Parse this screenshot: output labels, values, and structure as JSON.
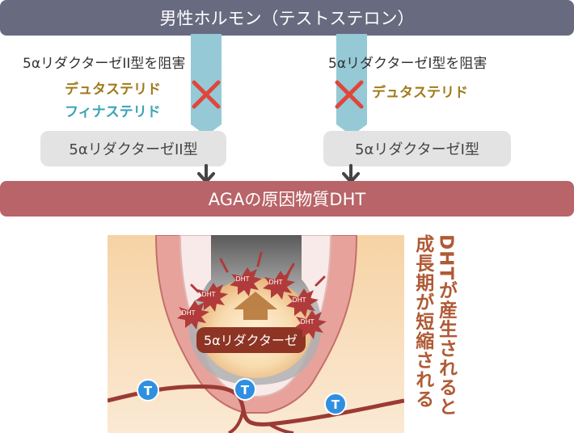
{
  "header": {
    "title": "男性ホルモン（テストステロン）"
  },
  "left_path": {
    "inhibitor_label": "5αリダクターゼII型を阻害",
    "drugs": [
      "デュタステリド",
      "フィナステリド"
    ],
    "enzyme_label": "5αリダクターゼII型"
  },
  "right_path": {
    "inhibitor_label": "5αリダクターゼI型を阻害",
    "drugs": [
      "デュタステリド"
    ],
    "enzyme_label": "5αリダクターゼI型"
  },
  "result_bar": {
    "label": "AGAの原因物質DHT"
  },
  "illustration": {
    "center_label": "5αリダクターゼ",
    "dht_badge": "DHT",
    "t_label": "T"
  },
  "side_note": {
    "lines": [
      "DHTが産生されると",
      "成長期が短縮される"
    ]
  },
  "colors": {
    "header_bg": "#686a80",
    "result_bg": "#b96468",
    "flow_arrow": "#95c9d6",
    "cross": "#e0463a",
    "drug_gold": "#a07a1c",
    "drug_teal": "#3aa3b7",
    "enzyme_bg": "#e3e3e3",
    "side_note": "#b05a35",
    "t_marker": "#2f8fe0",
    "dht_burst": "#b13a3a"
  }
}
